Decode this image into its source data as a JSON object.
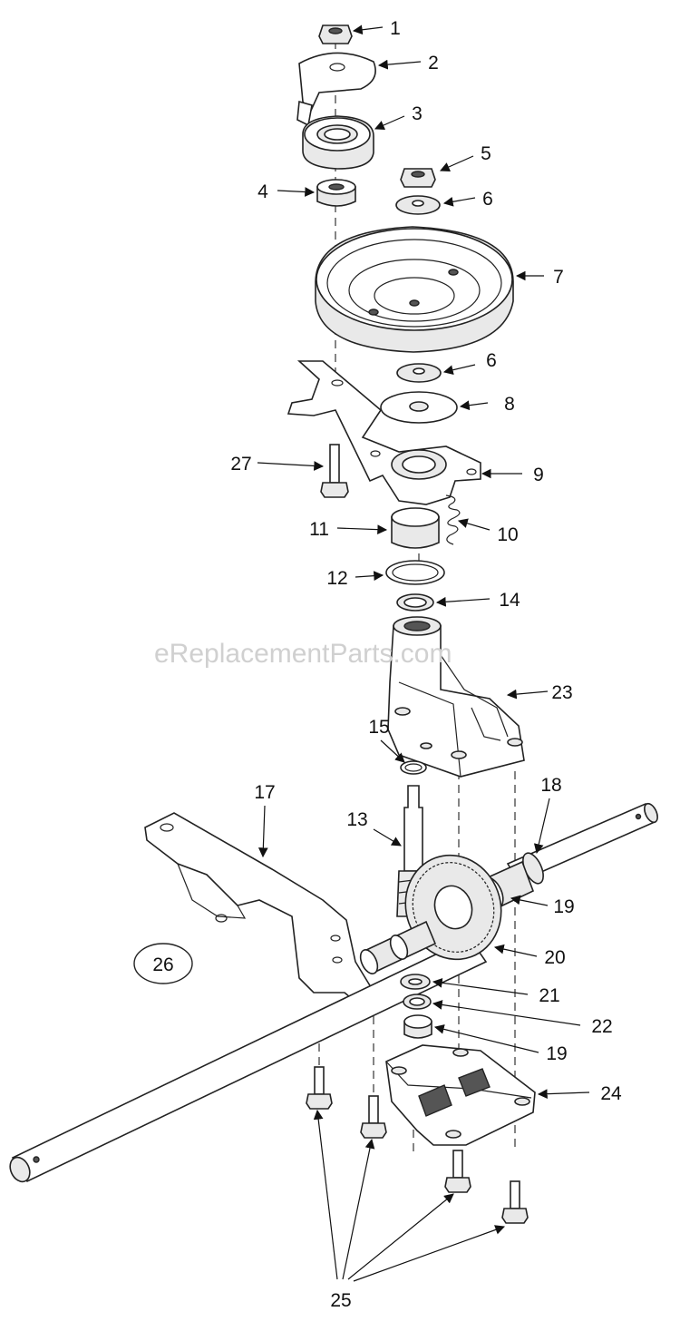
{
  "watermark": "eReplacementParts.com",
  "callouts": {
    "c1": "1",
    "c2": "2",
    "c3": "3",
    "c4": "4",
    "c5": "5",
    "c6a": "6",
    "c6b": "6",
    "c7": "7",
    "c8": "8",
    "c9": "9",
    "c10": "10",
    "c11": "11",
    "c12": "12",
    "c13": "13",
    "c14": "14",
    "c15": "15",
    "c17": "17",
    "c18": "18",
    "c19a": "19",
    "c19b": "19",
    "c20": "20",
    "c21": "21",
    "c22": "22",
    "c23": "23",
    "c24": "24",
    "c25": "25",
    "c26": "26",
    "c27": "27"
  }
}
